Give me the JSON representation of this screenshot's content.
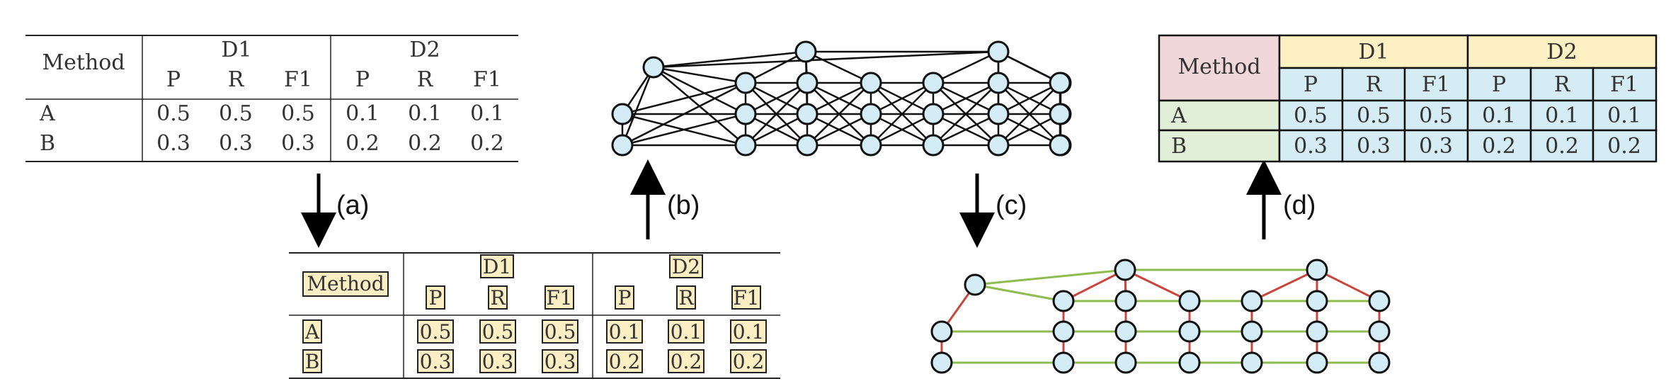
{
  "table": {
    "method_header": "Method",
    "groups": [
      "D1",
      "D2"
    ],
    "metrics": [
      "P",
      "R",
      "F1"
    ],
    "rows": [
      {
        "name": "A",
        "values": [
          "0.5",
          "0.5",
          "0.5",
          "0.1",
          "0.1",
          "0.1"
        ]
      },
      {
        "name": "B",
        "values": [
          "0.3",
          "0.3",
          "0.3",
          "0.2",
          "0.2",
          "0.2"
        ]
      }
    ]
  },
  "steps": {
    "a": "(a)",
    "b": "(b)",
    "c": "(c)",
    "d": "(d)"
  },
  "colors": {
    "cell_highlight": "#fbeec3",
    "node_fill": "#d4ecf5",
    "edge_green": "#8fbb4f",
    "edge_red": "#c9453e",
    "header_method": "#f0d8da",
    "header_group": "#fdf0c2",
    "header_metric": "#d5ecf4",
    "row_header": "#e2efd8",
    "data_cell": "#d5ecf4"
  }
}
